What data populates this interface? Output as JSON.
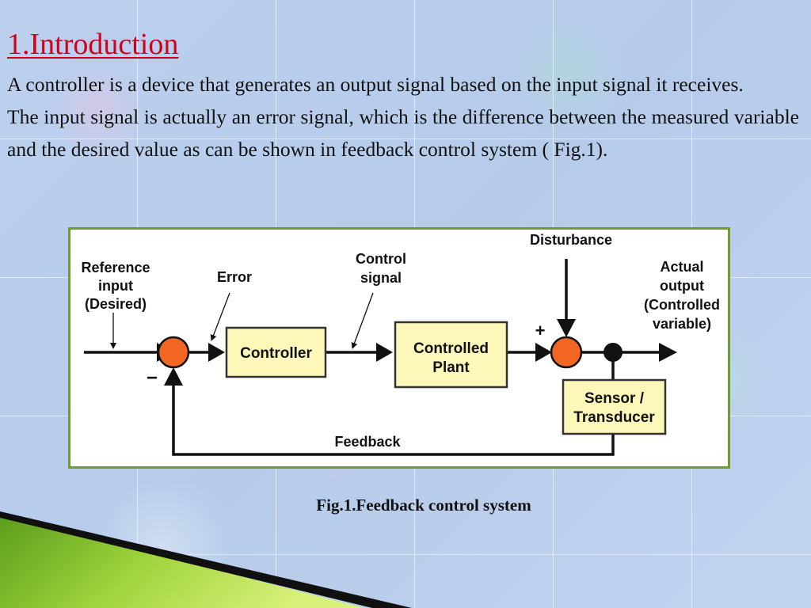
{
  "slide": {
    "title": "1.Introduction",
    "paragraphs": [
      "A controller is a device that generates an output signal based on the input signal it receives.",
      "The input signal is actually an error signal,  which is the difference between the measured variable and the desired value as can be shown in feedback control system ( Fig.1)."
    ],
    "caption": "Fig.1.Feedback control system",
    "title_color": "#d0021b",
    "frame_color": "#6f9c2c"
  },
  "diagram": {
    "labels": {
      "reference_1": "Reference",
      "reference_2": "input",
      "reference_3": "(Desired)",
      "error": "Error",
      "control_1": "Control",
      "control_2": "signal",
      "disturbance": "Disturbance",
      "actual_1": "Actual",
      "actual_2": "output",
      "actual_3": "(Controlled",
      "actual_4": "variable)",
      "plus": "+",
      "minus": "−",
      "feedback": "Feedback"
    },
    "blocks": {
      "controller": "Controller",
      "plant_1": "Controlled",
      "plant_2": "Plant",
      "sensor_1": "Sensor /",
      "sensor_2": "Transducer"
    },
    "colors": {
      "block_fill": "#fdf7b9",
      "block_border": "#333333",
      "summing_junction": "#f26522",
      "line": "#111111"
    }
  }
}
